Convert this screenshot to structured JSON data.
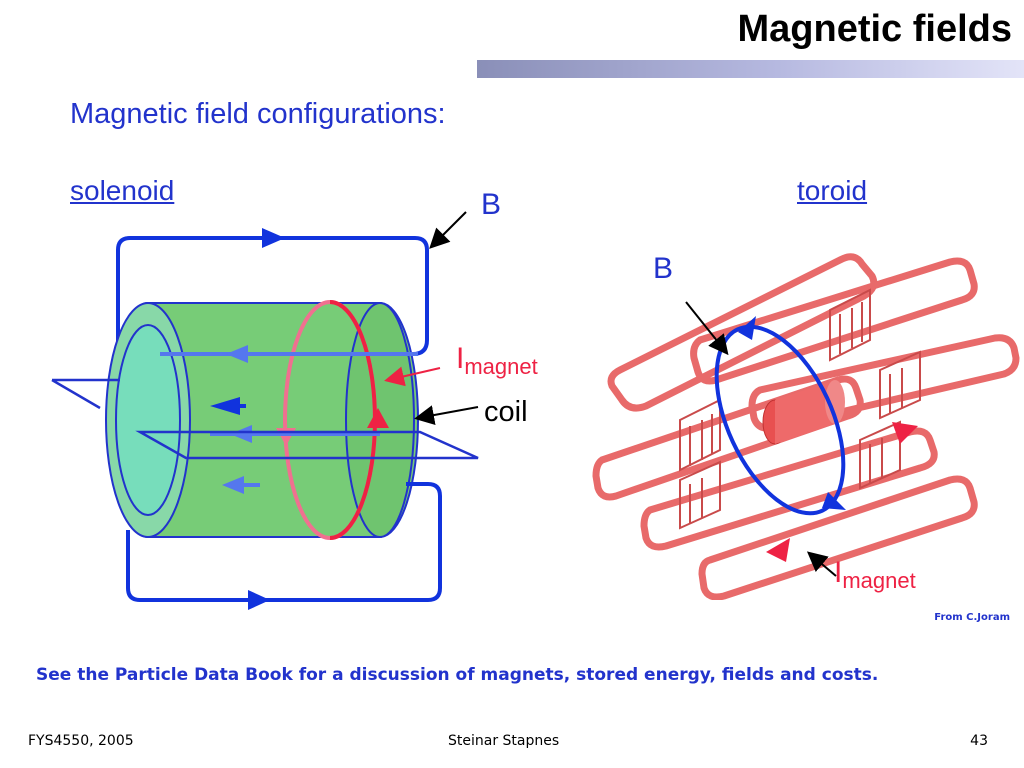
{
  "slide": {
    "title": "Magnetic fields",
    "subtitle": "Magnetic field configurations:",
    "solenoid_label": "solenoid",
    "toroid_label": "toroid",
    "credit": "From C.Joram",
    "note": "See the Particle Data Book for a discussion of magnets, stored energy, fields and costs."
  },
  "solenoid": {
    "b_label": "B",
    "i_label": "I",
    "i_sub": "magnet",
    "coil_label": "coil"
  },
  "toroid": {
    "b_label": "B",
    "i_label": "I",
    "i_sub": "magnet"
  },
  "footer": {
    "left": "FYS4550, 2005",
    "center": "Steinar Stapnes",
    "page": "43"
  },
  "colors": {
    "title_text": "#000000",
    "accent_blue": "#2233cc",
    "field_line": "#1133dd",
    "cylinder": "#77cc77",
    "inner_bore": "#77ddbb",
    "coil_red": "#ee2244",
    "toroid_red": "#ee6666"
  }
}
